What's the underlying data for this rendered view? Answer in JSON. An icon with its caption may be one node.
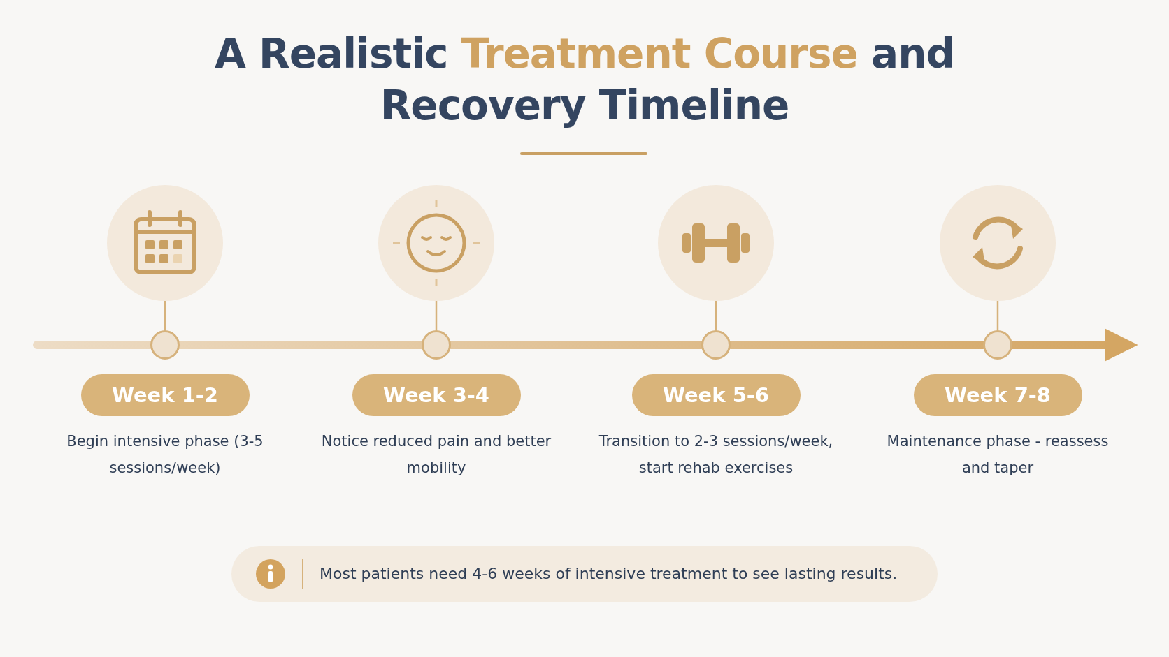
{
  "diagram": {
    "title": "A Realistic **Treatment Course** and Recovery Timeline",
    "nodes": [
      {
        "text": [],
        "shape": "circle"
      },
      {
        "text": [],
        "shape": "circle"
      },
      {
        "text": [
          "Week 1-2"
        ],
        "beside": [
          "Begin intensive phase (3-5 sessions/week)"
        ]
      },
      {
        "text": [],
        "shape": "circle"
      },
      {
        "text": [],
        "shape": "circle"
      },
      {
        "text": [
          "Week 3-4"
        ],
        "beside": [
          "Notice reduced pain and better mobility"
        ]
      },
      {
        "text": [],
        "shape": "circle"
      },
      {
        "text": [],
        "shape": "circle"
      },
      {
        "text": [
          "Week 5-6"
        ],
        "beside": [
          "Transition to 2-3 sessions/week, start rehab exercises"
        ]
      },
      {
        "text": [],
        "shape": "circle"
      },
      {
        "text": [],
        "shape": "circle"
      },
      {
        "text": [
          "Week 7-8"
        ],
        "beside": [
          "Maintenance phase - reassess and taper"
        ]
      },
      {
        "text": [
          "Most patients need 4-6 weeks of intensive treatment to see lasting results."
        ]
      }
    ],
    "edges": [
      {
        "from": 0,
        "to": 1,
        "arrow": "none"
      },
      {
        "from": 3,
        "to": 4,
        "arrow": "none"
      },
      {
        "from": 6,
        "to": 7,
        "arrow": "none"
      },
      {
        "from": 9,
        "to": 10,
        "arrow": "none"
      },
      {
        "from": null,
        "to": 1,
        "arrow": "none"
      },
      {
        "from": 1,
        "to": 4,
        "arrow": "none"
      },
      {
        "from": 4,
        "to": 7,
        "arrow": "none"
      },
      {
        "from": 7,
        "to": 10,
        "arrow": "none"
      },
      {
        "from": 10,
        "to": null,
        "arrow": "to"
      }
    ]
  }
}
